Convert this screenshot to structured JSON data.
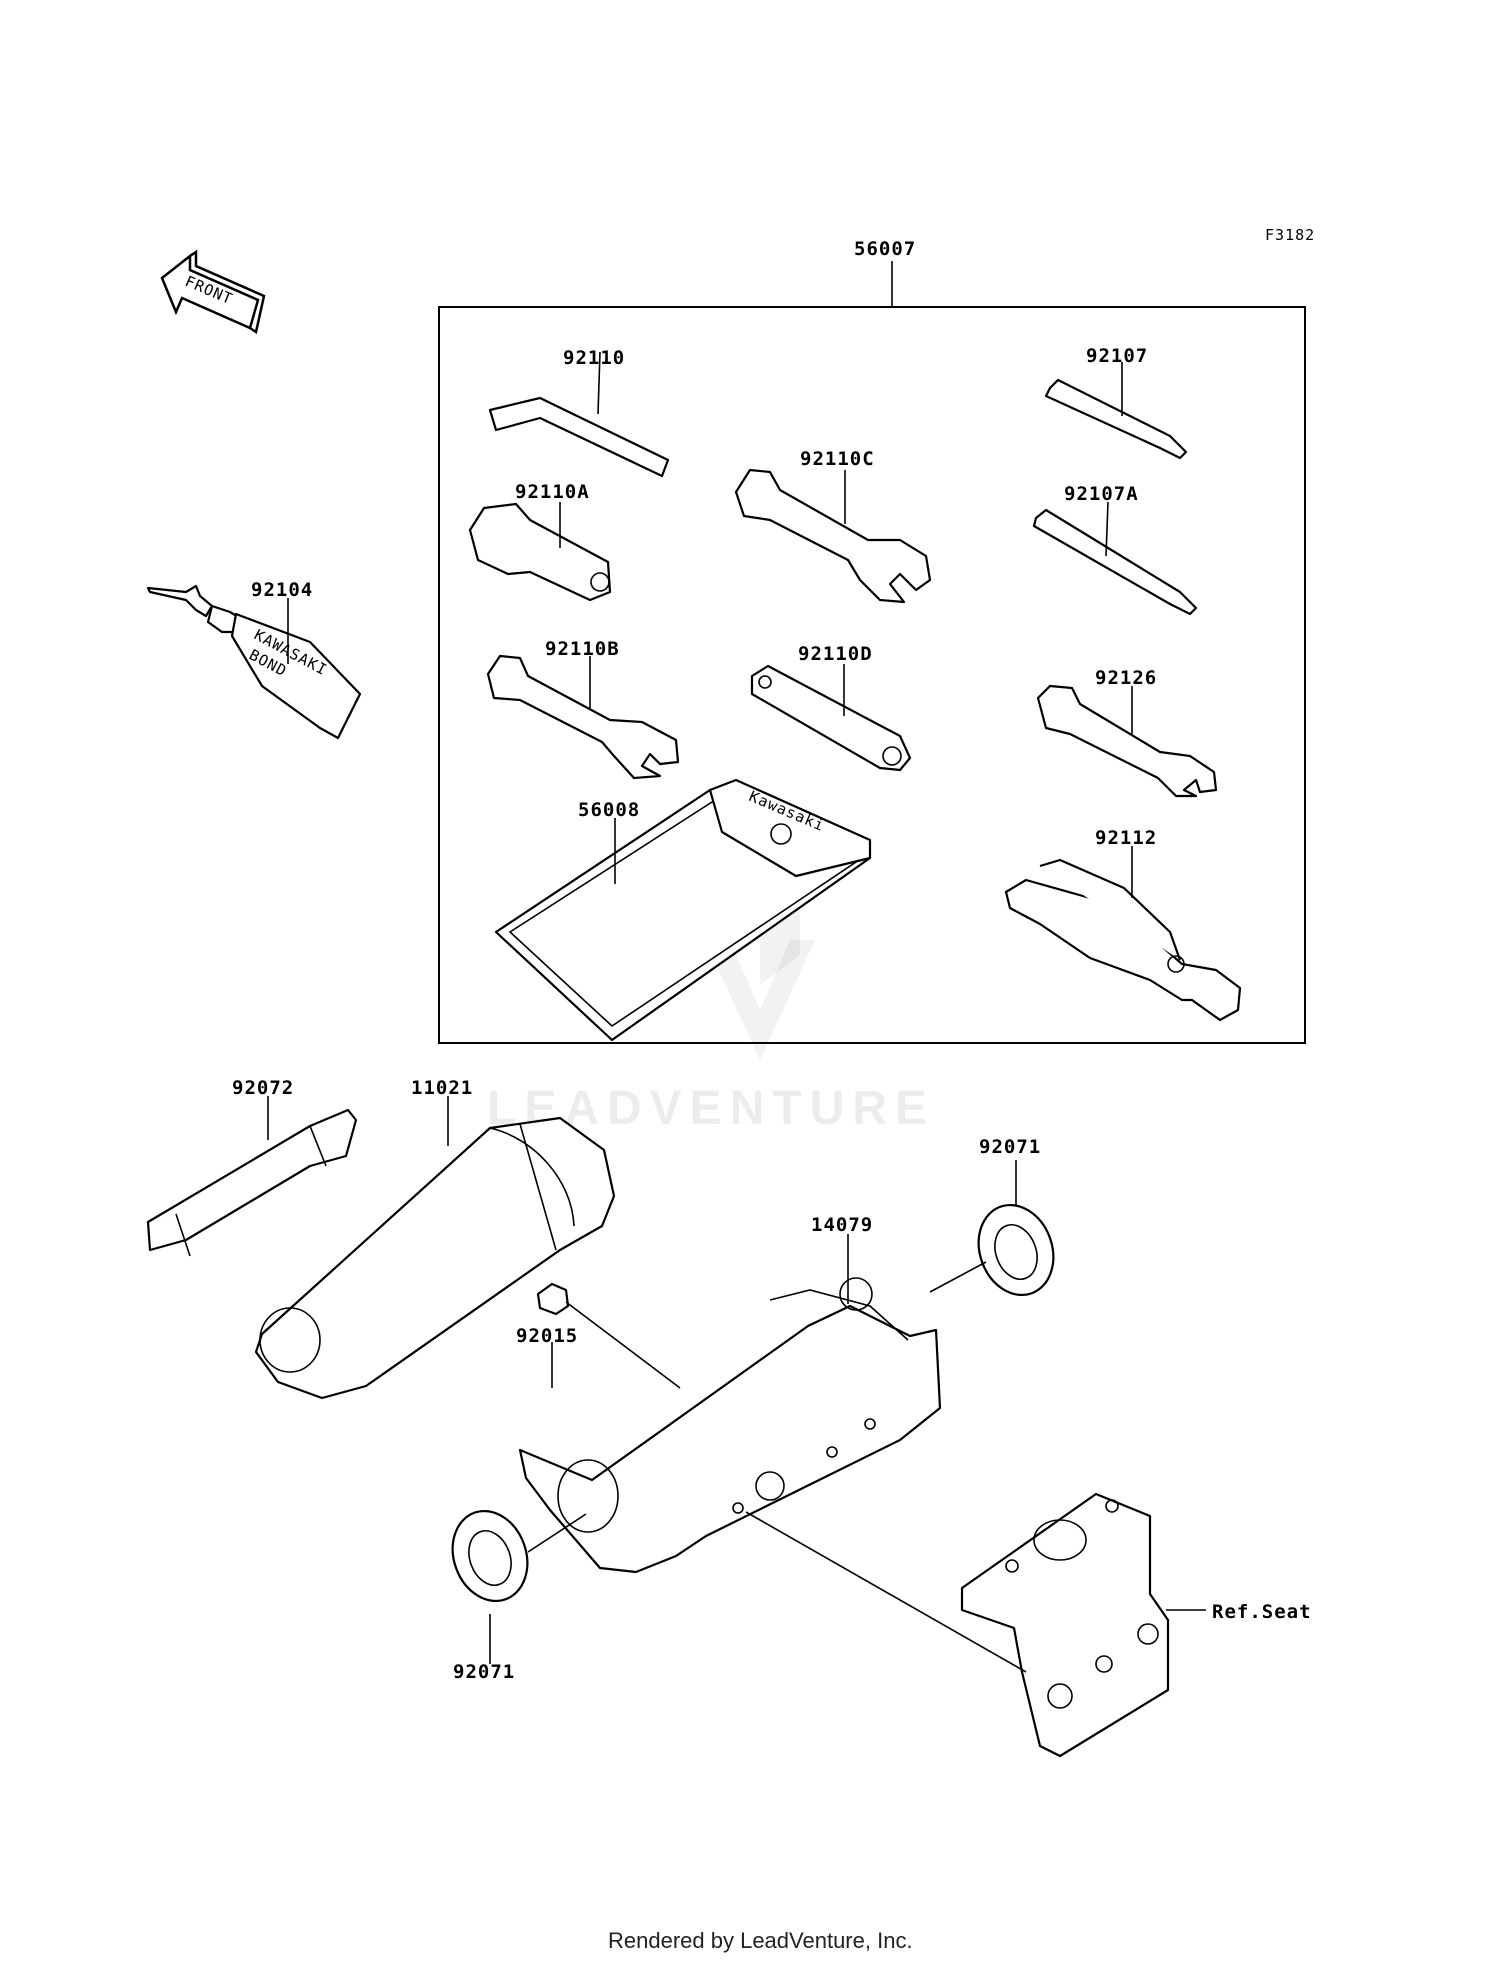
{
  "figure_code": "F3182",
  "front_label": "FRONT",
  "watermark": "LEADVENTURE",
  "footer": "Rendered by LeadVenture, Inc.",
  "tube_text": [
    "KAWASAKI",
    "BOND"
  ],
  "pouch_text": "Kawasaki",
  "parts": {
    "p56007": "56007",
    "p92110": "92110",
    "p92107": "92107",
    "p92110A": "92110A",
    "p92110C": "92110C",
    "p92107A": "92107A",
    "p92104": "92104",
    "p92110B": "92110B",
    "p92110D": "92110D",
    "p92126": "92126",
    "p56008": "56008",
    "p92112": "92112",
    "p92072": "92072",
    "p11021": "11021",
    "p92071_top": "92071",
    "p14079": "14079",
    "p92015": "92015",
    "p92071_bottom": "92071",
    "ref_seat": "Ref.Seat"
  }
}
